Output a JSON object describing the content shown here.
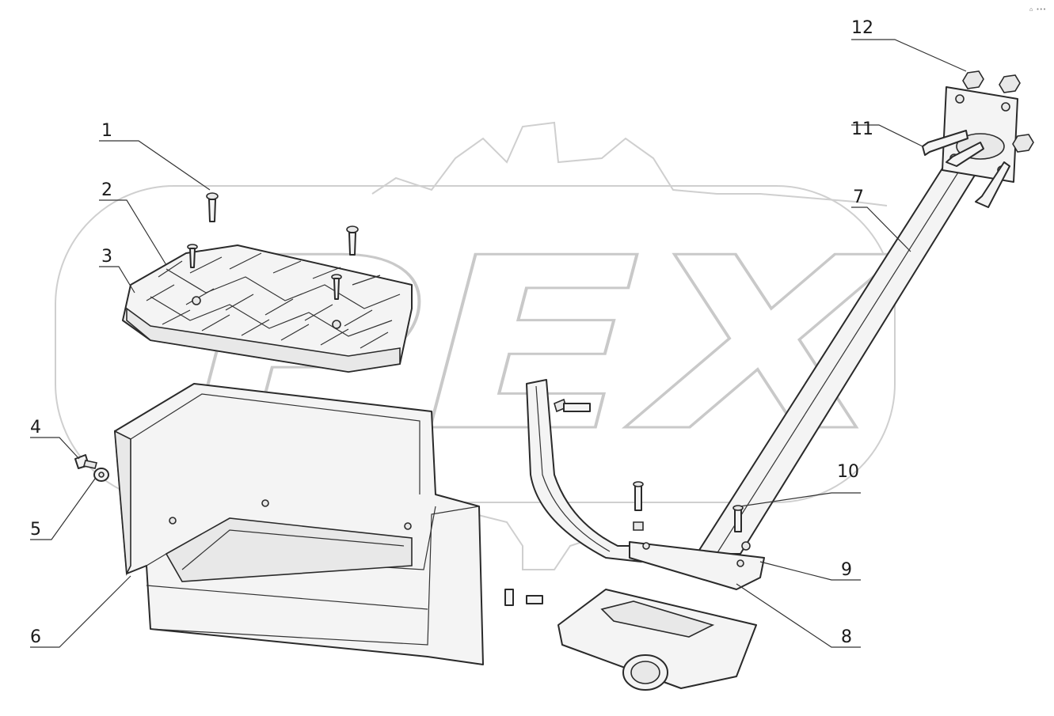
{
  "watermark": {
    "text": "PEX"
  },
  "corner_mark": "⌂ •••",
  "callouts": [
    {
      "id": "1",
      "label": "1"
    },
    {
      "id": "2",
      "label": "2"
    },
    {
      "id": "3",
      "label": "3"
    },
    {
      "id": "4",
      "label": "4"
    },
    {
      "id": "5",
      "label": "5"
    },
    {
      "id": "6",
      "label": "6"
    },
    {
      "id": "7",
      "label": "7"
    },
    {
      "id": "8",
      "label": "8"
    },
    {
      "id": "9",
      "label": "9"
    },
    {
      "id": "10",
      "label": "10"
    },
    {
      "id": "11",
      "label": "11"
    },
    {
      "id": "12",
      "label": "12"
    }
  ]
}
